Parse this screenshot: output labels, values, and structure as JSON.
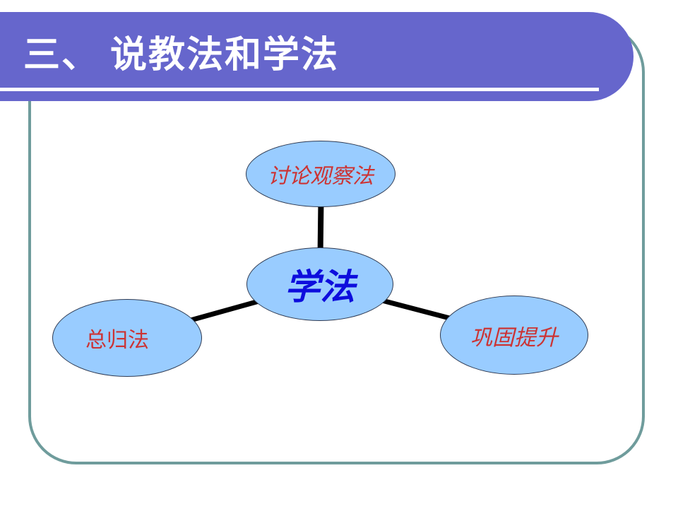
{
  "slide": {
    "title": "三、 说教法和学法",
    "colors": {
      "header_bg": "#6666CC",
      "header_rule": "#FFFFFF",
      "title_text": "#FFFFFF",
      "frame_border": "#6F9C9C",
      "node_fill": "#99CCFF",
      "node_border": "#2E3A52",
      "connector": "#000000",
      "center_label_text": "#0D0DDD",
      "branch_label_text": "#CC3333"
    },
    "diagram": {
      "center": {
        "label": "学法"
      },
      "nodes": [
        {
          "id": "top",
          "label": "讨论观察法"
        },
        {
          "id": "left",
          "label": "总归法"
        },
        {
          "id": "right",
          "label": "巩固提升"
        }
      ]
    }
  }
}
